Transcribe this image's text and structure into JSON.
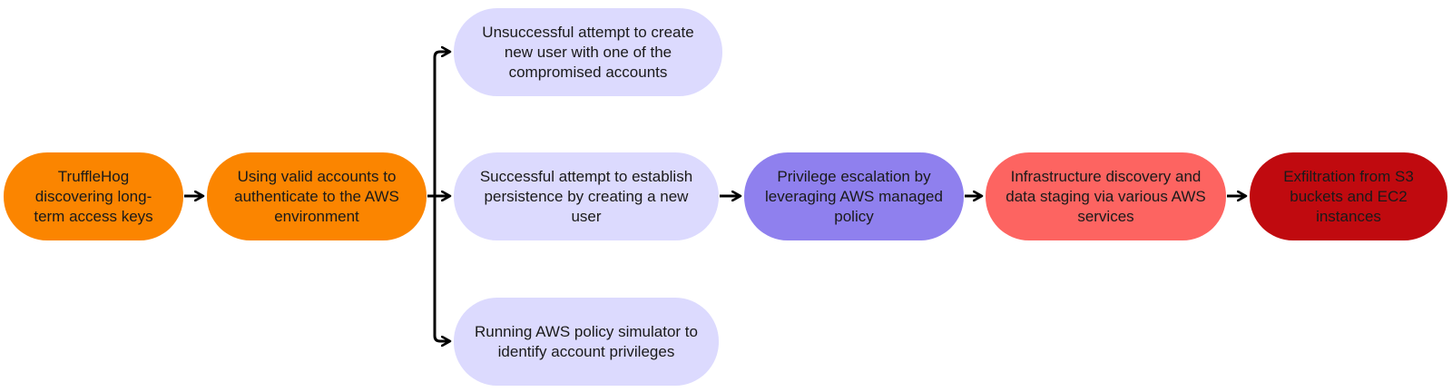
{
  "diagram": {
    "nodes": [
      {
        "id": "n1",
        "label": "TruffleHog discovering long-term access keys",
        "color": "#fb8500"
      },
      {
        "id": "n2",
        "label": "Using valid accounts to authenticate to the AWS environment",
        "color": "#fb8500"
      },
      {
        "id": "n3",
        "label": "Unsuccessful attempt to create new user with one of the compromised accounts",
        "color": "#dcdafe"
      },
      {
        "id": "n4",
        "label": "Successful attempt to establish persistence by creating a new user",
        "color": "#dcdafe"
      },
      {
        "id": "n5",
        "label": "Running AWS policy simulator to identify account privileges",
        "color": "#dcdafe"
      },
      {
        "id": "n6",
        "label": "Privilege escalation by leveraging AWS managed policy",
        "color": "#8f80ee"
      },
      {
        "id": "n7",
        "label": "Infrastructure discovery and data staging via various AWS services",
        "color": "#fd6461"
      },
      {
        "id": "n8",
        "label": "Exfiltration from S3 buckets and EC2 instances",
        "color": "#c00a0f"
      }
    ],
    "edges": [
      {
        "from": "n1",
        "to": "n2"
      },
      {
        "from": "n2",
        "to": "n3"
      },
      {
        "from": "n2",
        "to": "n4"
      },
      {
        "from": "n2",
        "to": "n5"
      },
      {
        "from": "n4",
        "to": "n6"
      },
      {
        "from": "n6",
        "to": "n7"
      },
      {
        "from": "n7",
        "to": "n8"
      }
    ],
    "connector_color": "#000000"
  }
}
